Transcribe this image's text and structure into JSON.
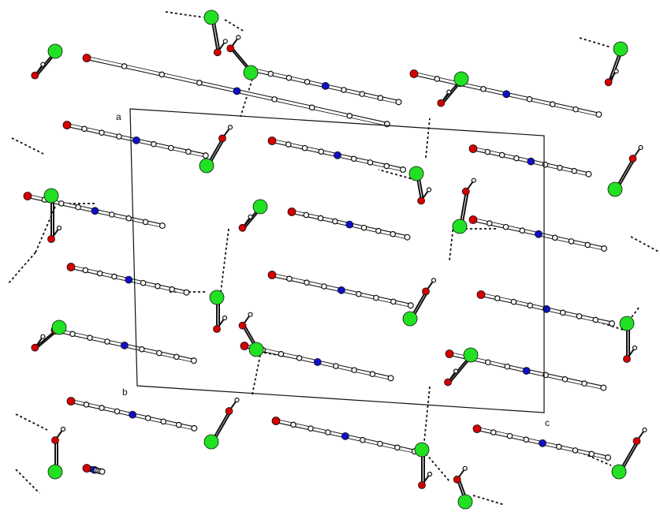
{
  "figure": {
    "axis_labels": {
      "a": "a",
      "b": "b",
      "c": "c"
    }
  },
  "colors": {
    "calcium": "#22e022",
    "oxygen": "#d40000",
    "nitrogen": "#1010c8",
    "carbon": "#ffffff",
    "bond": "#111111"
  }
}
